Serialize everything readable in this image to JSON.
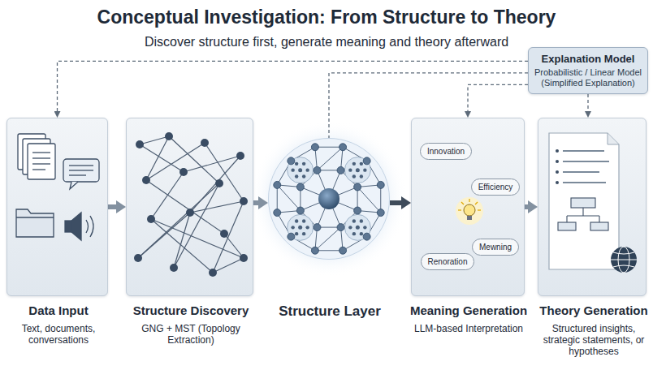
{
  "diagram": {
    "title": "Conceptual Investigation: From Structure to Theory",
    "nodes": [
      {
        "text": [
          "Data Input",
          "Text, documents, conversations"
        ]
      },
      {
        "text": [
          "Structure Discovery",
          "GNG + MST (Topology Extraction)"
        ]
      },
      {
        "text": [
          "Structure Layer"
        ]
      },
      {
        "text": [
          "Meaning Generation",
          "LLM-based Interpretation"
        ]
      },
      {
        "text": [
          "Innovation"
        ],
        "in": 3
      },
      {
        "text": [
          "Efficiency"
        ],
        "in": 3
      },
      {
        "text": [
          "Mewning"
        ],
        "in": 3
      },
      {
        "text": [
          "Renoration"
        ],
        "in": 3
      },
      {
        "text": [
          "Theory Generation",
          "Structured insights, strategic statements, or hypotheses"
        ]
      },
      {
        "text": [
          "Explanation Model",
          "Probabilistic / Linear Model (Simplified Explanation)"
        ]
      }
    ],
    "edges": [
      {
        "from": 0,
        "to": 1,
        "arrow": "to"
      },
      {
        "from": 1,
        "to": 2,
        "arrow": "to"
      },
      {
        "from": 2,
        "to": 3,
        "arrow": "to"
      },
      {
        "from": 3,
        "to": 8,
        "arrow": "to"
      },
      {
        "from": 9,
        "to": 0,
        "arrow": "to"
      },
      {
        "from": 9,
        "to": 2,
        "arrow": "none"
      },
      {
        "from": 9,
        "to": 3,
        "arrow": "to"
      },
      {
        "from": 9,
        "to": 8,
        "arrow": "to"
      }
    ],
    "labels": [
      "Discover structure first, generate meaning and theory afterward"
    ]
  }
}
